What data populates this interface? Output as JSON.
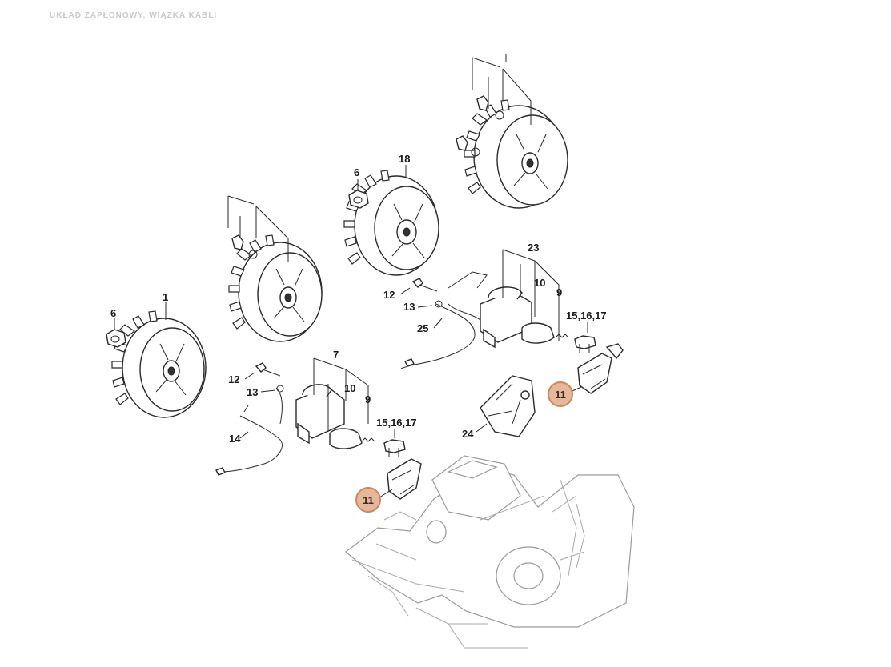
{
  "page": {
    "title": "UKŁAD ZAPŁONOWY, WIĄZKA KABLI"
  },
  "labels": {
    "l1": "1",
    "l6a": "6",
    "l6b": "6",
    "l18": "18",
    "l7": "7",
    "l10a": "10",
    "l9a": "9",
    "l12a": "12",
    "l13a": "13",
    "l14": "14",
    "l151617a": "15,16,17",
    "l23": "23",
    "l10b": "10",
    "l9b": "9",
    "l12b": "12",
    "l13b": "13",
    "l25": "25",
    "l151617b": "15,16,17",
    "l24": "24"
  },
  "highlights": {
    "h11a": "11",
    "h11b": "11"
  },
  "colors": {
    "highlight_fill": "#e6b79a",
    "highlight_border": "#c98a5f",
    "line": "#2a2a2a",
    "ghost": "#9a9a9a"
  }
}
